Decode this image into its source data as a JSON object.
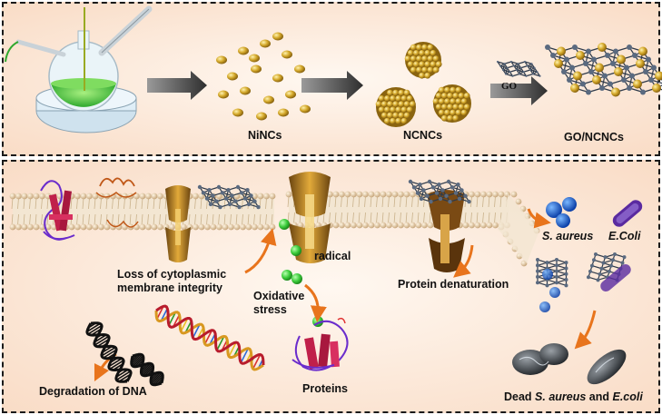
{
  "synthesis": {
    "ninc_label": "NiNCs",
    "ncnc_label": "NCNCs",
    "go_label": "GO",
    "gonc_label": "GO/NCNCs"
  },
  "mechanism": {
    "loss_line1": "Loss of  cytoplasmic",
    "loss_line2": "membrane integrity",
    "radical": "radical",
    "oxidative_line1": "Oxidative",
    "oxidative_line2": "stress",
    "protein_denaturation": "Protein denaturation",
    "proteins": "Proteins",
    "dna_degradation": "Degradation of DNA",
    "s_aureus": "S. aureus",
    "e_coli": "E.Coli",
    "dead_prefix": "Dead ",
    "dead_s_aureus": "S. aureus",
    "dead_and": " and ",
    "dead_e_coli": "E.coli"
  },
  "colors": {
    "panel_border": "#1a1a1a",
    "panel_fill": "#fbe3d2",
    "gold_particle": "#c8a020",
    "graphene_node": "#5a6a80",
    "arrow_orange": "#e8741c",
    "arrow_gray": "#555555",
    "green_solution": "#4cc840",
    "ros_green": "#33cc33",
    "protein_red": "#c0204a"
  }
}
